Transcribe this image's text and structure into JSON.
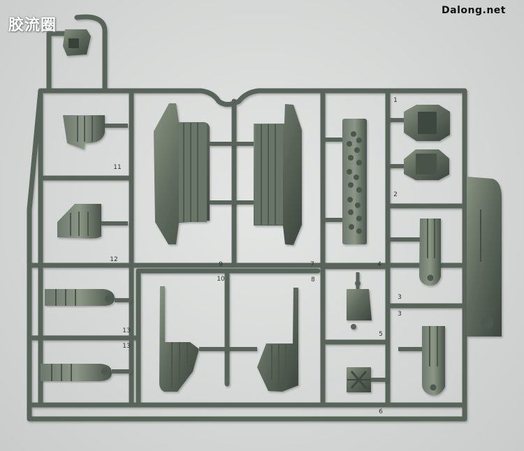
{
  "watermarks": {
    "left_text": "胶流圈",
    "right_text": "Dalong.net"
  },
  "part_numbers": [
    "1",
    "2",
    "3",
    "3",
    "4",
    "5",
    "6",
    "7",
    "8",
    "9",
    "10",
    "11",
    "12",
    "13",
    "13"
  ],
  "colors": {
    "background": "#d8dad9",
    "plastic": "#5f6b60",
    "plastic_dark": "#3f4a41",
    "plastic_light": "#879282"
  }
}
